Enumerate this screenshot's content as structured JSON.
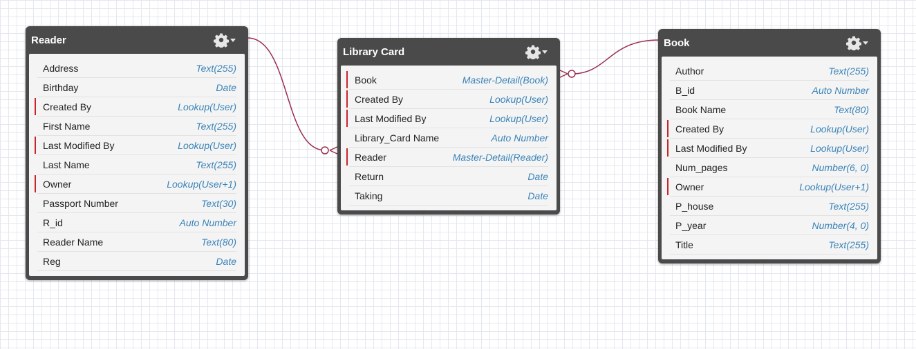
{
  "colors": {
    "header": "#4a4a4a",
    "body": "#f4f4f4",
    "field_type": "#3a83b8",
    "required_marker": "#c9242b",
    "connector": "#9b2d4e"
  },
  "header_icons": [
    "gear-icon",
    "caret-down-icon"
  ],
  "entities": {
    "reader": {
      "title": "Reader",
      "fields": [
        {
          "name": "Address",
          "type": "Text(255)",
          "required": false
        },
        {
          "name": "Birthday",
          "type": "Date",
          "required": false
        },
        {
          "name": "Created By",
          "type": "Lookup(User)",
          "required": true
        },
        {
          "name": "First Name",
          "type": "Text(255)",
          "required": false
        },
        {
          "name": "Last Modified By",
          "type": "Lookup(User)",
          "required": true
        },
        {
          "name": "Last Name",
          "type": "Text(255)",
          "required": false
        },
        {
          "name": "Owner",
          "type": "Lookup(User+1)",
          "required": true
        },
        {
          "name": "Passport Number",
          "type": "Text(30)",
          "required": false
        },
        {
          "name": "R_id",
          "type": "Auto Number",
          "required": false
        },
        {
          "name": "Reader Name",
          "type": "Text(80)",
          "required": false
        },
        {
          "name": "Reg",
          "type": "Date",
          "required": false
        }
      ]
    },
    "library_card": {
      "title": "Library Card",
      "fields": [
        {
          "name": "Book",
          "type": "Master-Detail(Book)",
          "required": true
        },
        {
          "name": "Created By",
          "type": "Lookup(User)",
          "required": true
        },
        {
          "name": "Last Modified By",
          "type": "Lookup(User)",
          "required": true
        },
        {
          "name": "Library_Card Name",
          "type": "Auto Number",
          "required": false
        },
        {
          "name": "Reader",
          "type": "Master-Detail(Reader)",
          "required": true
        },
        {
          "name": "Return",
          "type": "Date",
          "required": false
        },
        {
          "name": "Taking",
          "type": "Date",
          "required": false
        }
      ]
    },
    "book": {
      "title": "Book",
      "fields": [
        {
          "name": "Author",
          "type": "Text(255)",
          "required": false
        },
        {
          "name": "B_id",
          "type": "Auto Number",
          "required": false
        },
        {
          "name": "Book Name",
          "type": "Text(80)",
          "required": false
        },
        {
          "name": "Created By",
          "type": "Lookup(User)",
          "required": true
        },
        {
          "name": "Last Modified By",
          "type": "Lookup(User)",
          "required": true
        },
        {
          "name": "Num_pages",
          "type": "Number(6, 0)",
          "required": false
        },
        {
          "name": "Owner",
          "type": "Lookup(User+1)",
          "required": true
        },
        {
          "name": "P_house",
          "type": "Text(255)",
          "required": false
        },
        {
          "name": "P_year",
          "type": "Number(4, 0)",
          "required": false
        },
        {
          "name": "Title",
          "type": "Text(255)",
          "required": false
        }
      ]
    }
  }
}
